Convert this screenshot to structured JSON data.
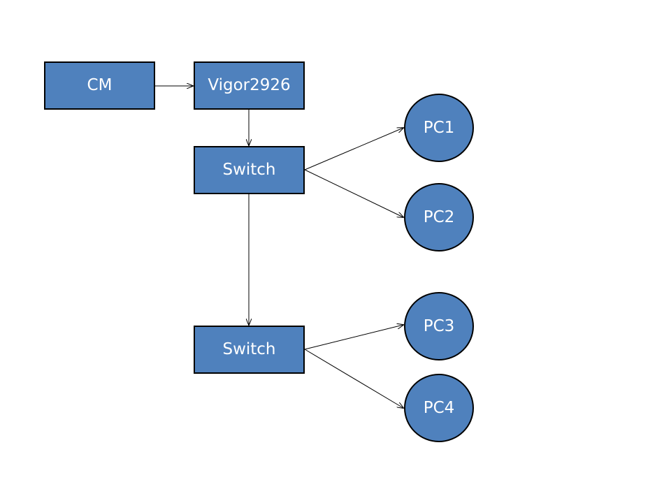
{
  "nodes": {
    "cm": "CM",
    "vigor": "Vigor2926",
    "switch1": "Switch",
    "switch2": "Switch",
    "pc1": "PC1",
    "pc2": "PC2",
    "pc3": "PC3",
    "pc4": "PC4"
  },
  "colors": {
    "node_fill": "#4f81bd",
    "node_border": "#000000",
    "node_text": "#ffffff",
    "connector": "#000000"
  },
  "edges": [
    {
      "from": "CM",
      "to": "Vigor2926"
    },
    {
      "from": "Vigor2926",
      "to": "Switch (upper)"
    },
    {
      "from": "Switch (upper)",
      "to": "PC1"
    },
    {
      "from": "Switch (upper)",
      "to": "PC2"
    },
    {
      "from": "Switch (upper)",
      "to": "Switch (lower)"
    },
    {
      "from": "Switch (lower)",
      "to": "PC3"
    },
    {
      "from": "Switch (lower)",
      "to": "PC4"
    }
  ]
}
